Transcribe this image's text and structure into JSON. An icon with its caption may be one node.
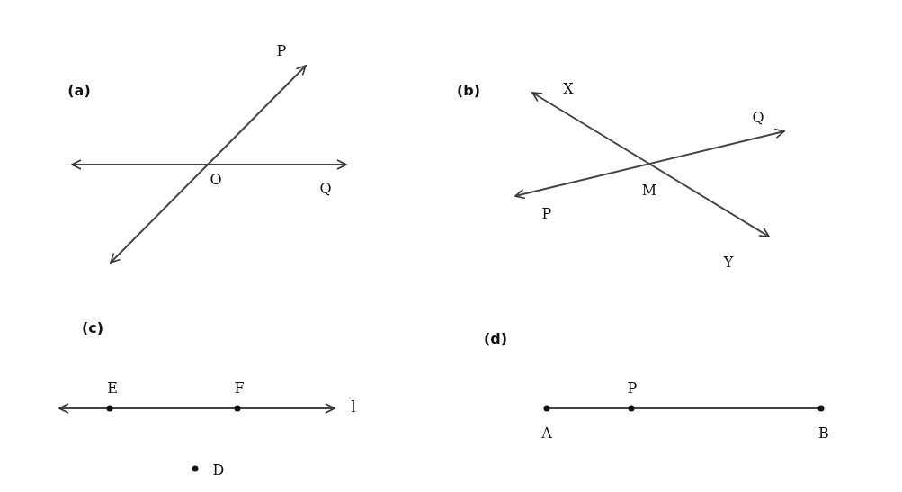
{
  "diagram": {
    "labels": [
      "(a)",
      "P",
      "O",
      "Q",
      "(b)",
      "X",
      "Q",
      "M",
      "P",
      "Y",
      "(c)",
      "E",
      "F",
      "l",
      "D",
      "(d)",
      "P",
      "A",
      "B"
    ]
  }
}
